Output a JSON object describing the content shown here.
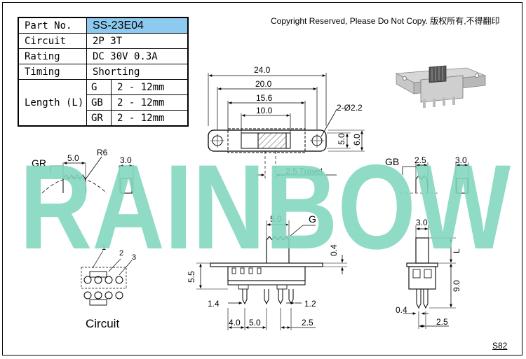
{
  "copyright": "Copyright Reserved, Please Do Not Copy. 版权所有,不得翻印",
  "spec": {
    "part_label": "Part No.",
    "part_value": "SS-23E04",
    "circuit_label": "Circuit",
    "circuit_value": "2P 3T",
    "rating_label": "Rating",
    "rating_value": "DC 30V 0.3A",
    "timing_label": "Timing",
    "timing_value": "Shorting",
    "length_label": "Length (L)",
    "lengths": [
      {
        "type": "G",
        "value": "2 - 12mm"
      },
      {
        "type": "GB",
        "value": "2 - 12mm"
      },
      {
        "type": "GR",
        "value": "2 - 12mm"
      }
    ]
  },
  "watermark": "RAINBOW",
  "dims": {
    "d24": "24.0",
    "d20": "20.0",
    "d15_6": "15.6",
    "d10": "10.0",
    "holes": "2-Ø2.2",
    "d5_right": "5.0",
    "d6": "6.0",
    "travel": "2.5 Travel",
    "gr_label": "GR",
    "gr_5": "5.0",
    "gr_r6": "R6",
    "gr_3": "3.0",
    "gb_label": "GB",
    "gb_2_5": "2.5",
    "gb_3": "3.0",
    "front_5": "5.0",
    "front_g": "G",
    "front_0_4": "0.4",
    "front_5_5": "5.5",
    "front_1_4": "1.4",
    "front_1_2": "1.2",
    "front_4": "4.0",
    "front_5b": "5.0",
    "front_2_5": "2.5",
    "side_3": "3.0",
    "side_l": "L",
    "side_9": "9.0",
    "side_0_4": "0.4",
    "side_2_5": "2.5",
    "circ_1": "1",
    "circ_2": "2",
    "circ_3": "3",
    "circ_caption": "Circuit"
  },
  "page_code": "S82",
  "colors": {
    "watermark": "#7fd6bd",
    "header_fill": "#8ec9ef"
  }
}
